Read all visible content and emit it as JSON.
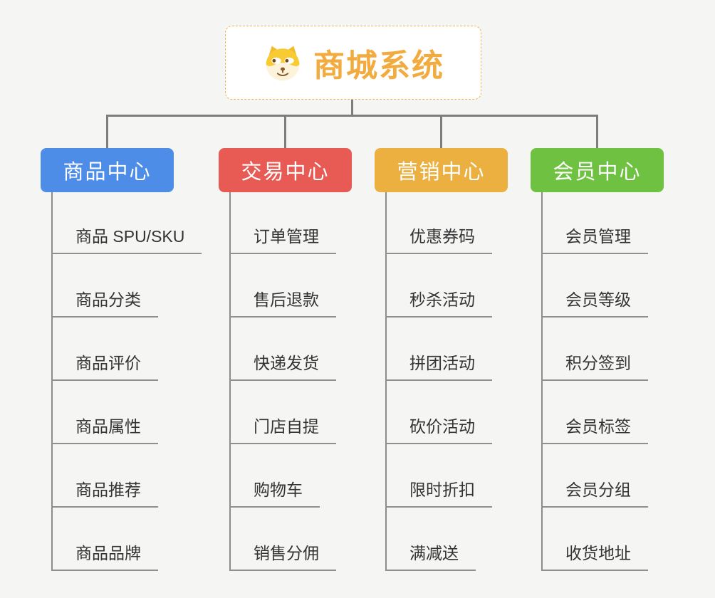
{
  "root": {
    "title": "商城系统",
    "title_color": "#f2ab3e",
    "icon": "dog-face-icon",
    "border_color": "#eeb257"
  },
  "connector_color": "#7d7d7d",
  "background_color": "#f5f5f4",
  "branches": [
    {
      "label": "商品中心",
      "color": "#4d8de8",
      "items": [
        "商品 SPU/SKU",
        "商品分类",
        "商品评价",
        "商品属性",
        "商品推荐",
        "商品品牌"
      ]
    },
    {
      "label": "交易中心",
      "color": "#e85b55",
      "items": [
        "订单管理",
        "售后退款",
        "快递发货",
        "门店自提",
        "购物车",
        "销售分佣"
      ]
    },
    {
      "label": "营销中心",
      "color": "#ecb041",
      "items": [
        "优惠券码",
        "秒杀活动",
        "拼团活动",
        "砍价活动",
        "限时折扣",
        "满减送"
      ]
    },
    {
      "label": "会员中心",
      "color": "#6fc142",
      "items": [
        "会员管理",
        "会员等级",
        "积分签到",
        "会员标签",
        "会员分组",
        "收货地址"
      ]
    }
  ]
}
